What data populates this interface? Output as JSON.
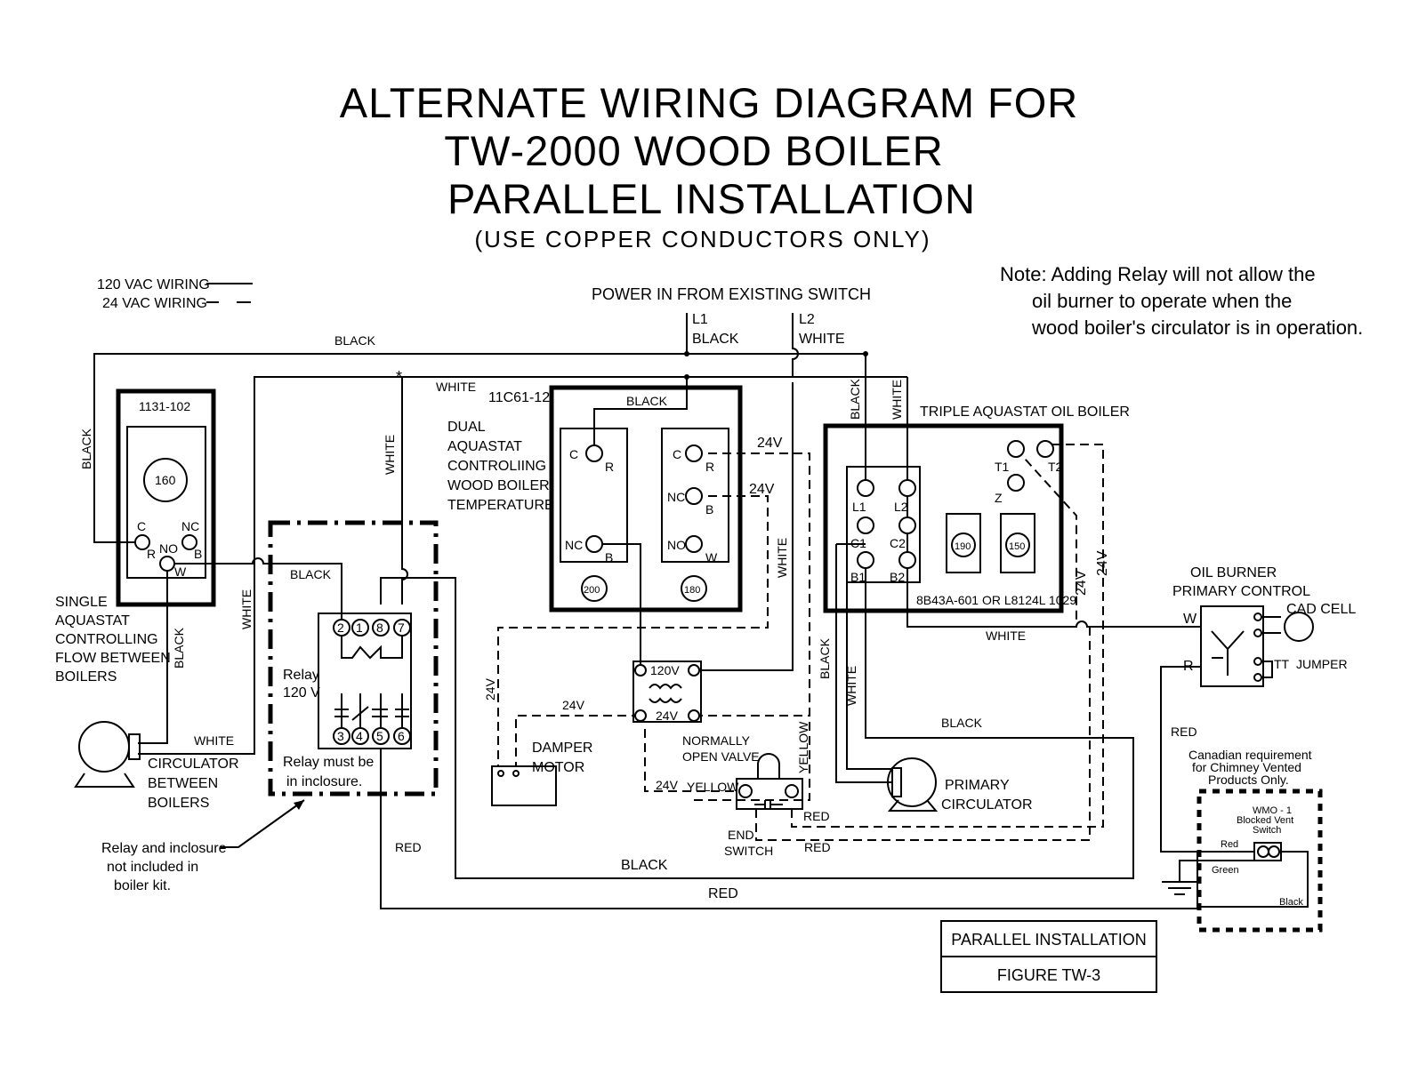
{
  "title": {
    "line1": "ALTERNATE WIRING DIAGRAM FOR",
    "line2": "TW-2000 WOOD BOILER",
    "line3": "PARALLEL INSTALLATION",
    "line4": "(USE COPPER CONDUCTORS ONLY)"
  },
  "legend": {
    "vac120": "120 VAC WIRING",
    "vac24": "24 VAC WIRING"
  },
  "note": {
    "line1": "Note:  Adding Relay will not allow the",
    "line2": "oil burner to operate when the",
    "line3": "wood boiler's circulator is in operation."
  },
  "power": {
    "label": "POWER IN FROM EXISTING SWITCH",
    "l1": "L1",
    "l1_color": "BLACK",
    "l2": "L2",
    "l2_color": "WHITE"
  },
  "single_aquastat": {
    "model": "1131-102",
    "dial": "160",
    "c": "C",
    "nc": "NC",
    "r": "R",
    "no": "NO",
    "b": "B",
    "w": "W",
    "desc": [
      "SINGLE",
      "AQUASTAT",
      "CONTROLLING",
      "FLOW BETWEEN",
      "BOILERS"
    ]
  },
  "dual_aquastat": {
    "model": "11C61-12",
    "desc": [
      "DUAL",
      "AQUASTAT",
      "CONTROLIING",
      "WOOD BOILER",
      "TEMPERATURE"
    ],
    "c1": "C",
    "r1": "R",
    "nc1": "NC",
    "b1": "B",
    "dial1": "200",
    "c2": "C",
    "r2": "R",
    "nc2": "NC",
    "b2": "B",
    "no2": "NO",
    "w2": "W",
    "dial2": "180"
  },
  "triple_aquastat": {
    "label": "TRIPLE AQUASTAT OIL BOILER",
    "l1": "L1",
    "l2": "L2",
    "c1": "C1",
    "c2": "C2",
    "b1": "B1",
    "b2": "B2",
    "t1": "T1",
    "t2": "T2",
    "z": "Z",
    "dial1": "190",
    "dial2": "150",
    "model": "8B43A-601 OR L8124L 1029"
  },
  "relay": {
    "pins_top": [
      "2",
      "1",
      "8",
      "7"
    ],
    "pins_bottom": [
      "3",
      "4",
      "5",
      "6"
    ],
    "label1": "Relay",
    "label2": "120 V",
    "note1": "Relay must be",
    "note2": "in inclosure.",
    "callout": [
      "Relay and inclosure",
      "not included in",
      "boiler kit."
    ]
  },
  "transformer": {
    "primary": "120V",
    "secondary": "24V"
  },
  "damper": {
    "label1": "DAMPER",
    "label2": "MOTOR"
  },
  "valve": {
    "label1": "NORMALLY",
    "label2": "OPEN VALVE",
    "end1": "END",
    "end2": "SWITCH"
  },
  "circulator_between": {
    "label": [
      "CIRCULATOR",
      "BETWEEN",
      "BOILERS"
    ]
  },
  "primary_circulator": {
    "label1": "PRIMARY",
    "label2": "CIRCULATOR"
  },
  "oil_burner": {
    "label1": "OIL BURNER",
    "label2": "PRIMARY CONTROL",
    "w": "W",
    "r": "R",
    "cad": "CAD CELL",
    "tt": "TT",
    "jumper": "JUMPER"
  },
  "canadian": {
    "line1": "Canadian requirement",
    "line2": "for Chimney Vented",
    "line3": "Products Only.",
    "wmo1": "WMO - 1",
    "wmo2": "Blocked Vent",
    "wmo3": "Switch",
    "red": "Red",
    "green": "Green",
    "black": "Black"
  },
  "wire_labels": {
    "black": "BLACK",
    "white": "WHITE",
    "red": "RED",
    "yellow": "YELLOW",
    "v24": "24V"
  },
  "figure": {
    "title": "PARALLEL INSTALLATION",
    "number": "FIGURE TW-3"
  }
}
